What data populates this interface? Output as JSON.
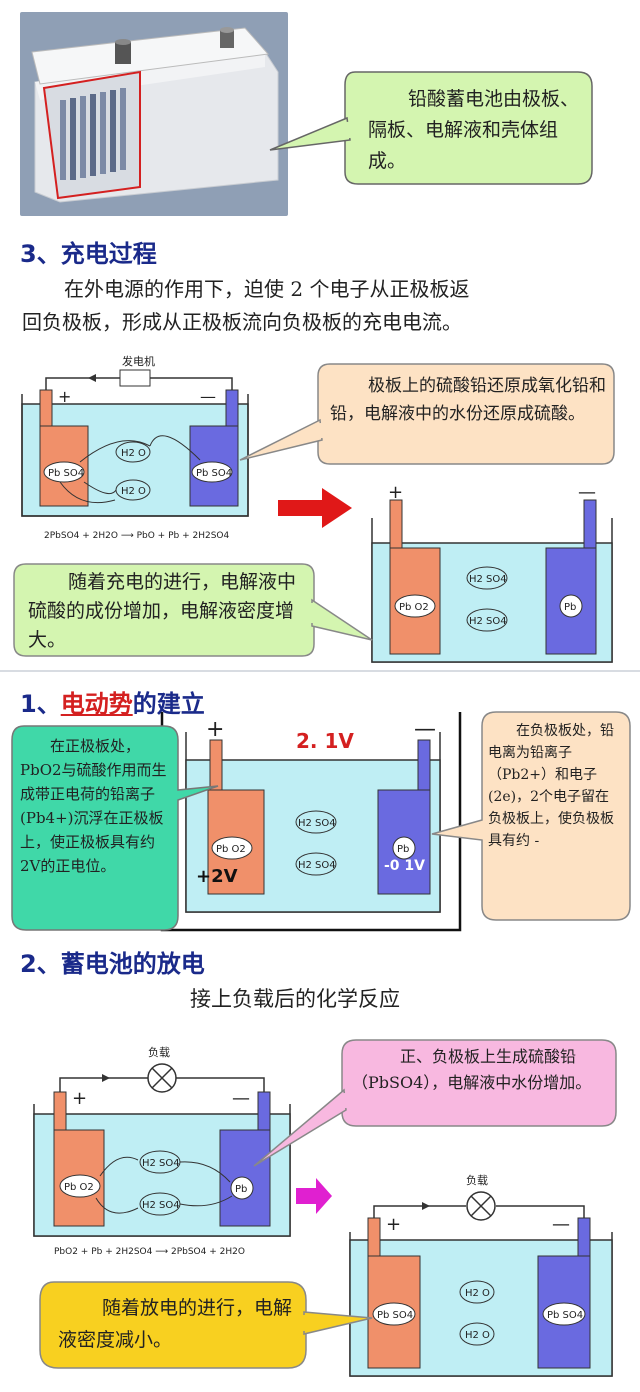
{
  "photo_callout": "铅酸蓄电池由极板、隔板、电解液和壳体组成。",
  "section3": {
    "title": "3、充电过程",
    "paragraph_line1": "在外电源的作用下，迫使 2 个电子从正极板返",
    "paragraph_line2": "回负极板，形成从正极板流向负极板的充电电流。"
  },
  "charging": {
    "generator_label": "发电机",
    "plus": "+",
    "minus": "—",
    "left_plate_ion": "Pb SO4",
    "right_plate_ion": "Pb SO4",
    "water_ion_1": "H2 O",
    "water_ion_2": "H2 O",
    "equation": "2PbSO4 + 2H2O ⟶ PbO + Pb + 2H2SO4",
    "callout_top": "极板上的硫酸铅还原成氧化铅和铅，电解液中的水份还原成硫酸。",
    "callout_bottom": "随着充电的进行，电解液中硫酸的成份增加，电解液密度增大。",
    "result_plus": "+",
    "result_minus": "—",
    "result_left_ion": "Pb O2",
    "result_right_ion": "Pb",
    "result_acid_1": "H2 SO4",
    "result_acid_2": "H2 SO4"
  },
  "section1": {
    "title_prefix": "1、",
    "title_red": "电动势",
    "title_suffix": "的建立",
    "voltage": "2. 1V",
    "plus": "+",
    "minus": "—",
    "left_ion": "Pb O2",
    "right_ion": "Pb",
    "acid_1": "H2 SO4",
    "acid_2": "H2 SO4",
    "left_potential": "+2V",
    "right_potential": "-0 1V",
    "left_callout": "在正极板处，PbO2与硫酸作用而生成带正电荷的铅离子(Pb4+)沉浮在正极板上，使正极板具有约2V的正电位。",
    "right_callout": "在负极板处，铅电离为铅离子（Pb2+）和电子(2e)，2个电子留在负极板上，使负极板具有约 -"
  },
  "section2": {
    "title": "2、蓄电池的放电",
    "subtitle": "接上负载后的化学反应",
    "load_label": "负载",
    "plus": "+",
    "minus": "—",
    "left_ion": "Pb O2",
    "right_ion": "Pb",
    "acid_1": "H2 SO4",
    "acid_2": "H2 SO4",
    "equation": "PbO2 + Pb + 2H2SO4 ⟶ 2PbSO4 + 2H2O",
    "callout_top": "正、负极板上生成硫酸铅（PbSO4），电解液中水份增加。",
    "callout_bottom": "随着放电的进行，电解液密度减小。",
    "result_load_label": "负载",
    "result_plus": "+",
    "result_minus": "—",
    "result_left_ion": "Pb SO4",
    "result_right_ion": "Pb SO4",
    "result_water_1": "H2 O",
    "result_water_2": "H2 O"
  },
  "colors": {
    "heading_blue": "#1a2a8a",
    "red": "#d42020",
    "electrolyte": "#bfeef4",
    "positive_plate": "#f0906a",
    "negative_plate": "#6a6ae0",
    "green_callout": "#d4f5b0",
    "peach_callout": "#fde2c4",
    "pink_callout": "#f8b8e0",
    "yellow_callout": "#f8d020",
    "teal_callout": "#40d8a8"
  }
}
